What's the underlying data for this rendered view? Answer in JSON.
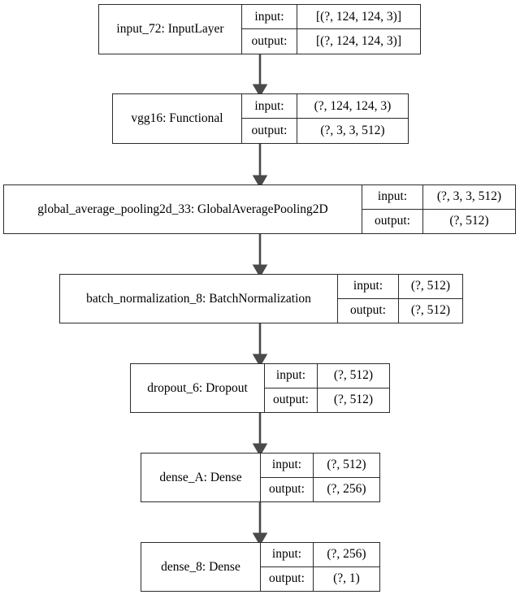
{
  "diagram": {
    "type": "keras-model-plot",
    "title": "",
    "orientation": "top-to-bottom",
    "edge_color": "#4a4a4a",
    "border_color": "#2b2b2b",
    "background": "#ffffff",
    "io_labels": {
      "input": "input:",
      "output": "output:"
    },
    "nodes": [
      {
        "id": "input_72",
        "name": "input_72: InputLayer",
        "input_label": "input:",
        "output_label": "output:",
        "input_shape": "[(?, 124, 124, 3)]",
        "output_shape": "[(?, 124, 124, 3)]"
      },
      {
        "id": "vgg16",
        "name": "vgg16: Functional",
        "input_label": "input:",
        "output_label": "output:",
        "input_shape": "(?, 124, 124, 3)",
        "output_shape": "(?, 3, 3, 512)"
      },
      {
        "id": "global_average_pooling2d_33",
        "name": "global_average_pooling2d_33: GlobalAveragePooling2D",
        "input_label": "input:",
        "output_label": "output:",
        "input_shape": "(?, 3, 3, 512)",
        "output_shape": "(?, 512)"
      },
      {
        "id": "batch_normalization_8",
        "name": "batch_normalization_8: BatchNormalization",
        "input_label": "input:",
        "output_label": "output:",
        "input_shape": "(?, 512)",
        "output_shape": "(?, 512)"
      },
      {
        "id": "dropout_6",
        "name": "dropout_6: Dropout",
        "input_label": "input:",
        "output_label": "output:",
        "input_shape": "(?, 512)",
        "output_shape": "(?, 512)"
      },
      {
        "id": "dense_A",
        "name": "dense_A: Dense",
        "input_label": "input:",
        "output_label": "output:",
        "input_shape": "(?, 512)",
        "output_shape": "(?, 256)"
      },
      {
        "id": "dense_8",
        "name": "dense_8: Dense",
        "input_label": "input:",
        "output_label": "output:",
        "input_shape": "(?, 256)",
        "output_shape": "(?, 1)"
      }
    ],
    "edges": [
      {
        "from": "input_72",
        "to": "vgg16"
      },
      {
        "from": "vgg16",
        "to": "global_average_pooling2d_33"
      },
      {
        "from": "global_average_pooling2d_33",
        "to": "batch_normalization_8"
      },
      {
        "from": "batch_normalization_8",
        "to": "dropout_6"
      },
      {
        "from": "dropout_6",
        "to": "dense_A"
      },
      {
        "from": "dense_A",
        "to": "dense_8"
      }
    ]
  }
}
